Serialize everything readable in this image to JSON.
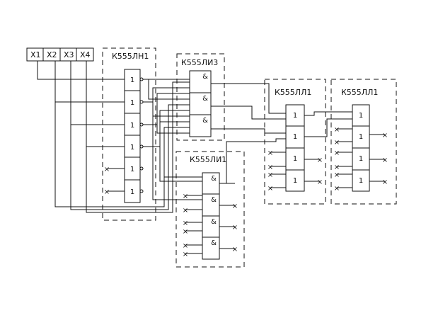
{
  "inputs": [
    "X1",
    "X2",
    "X3",
    "X4"
  ],
  "chips": {
    "inverters": "К555ЛН1",
    "and3": "К555ЛИ3",
    "and2": "К555ЛИ1",
    "or_a": "К555ЛЛ1",
    "or_b": "К555ЛЛ1"
  },
  "symbols": {
    "not": "1",
    "and": "&",
    "or": "1",
    "unused": "×"
  }
}
